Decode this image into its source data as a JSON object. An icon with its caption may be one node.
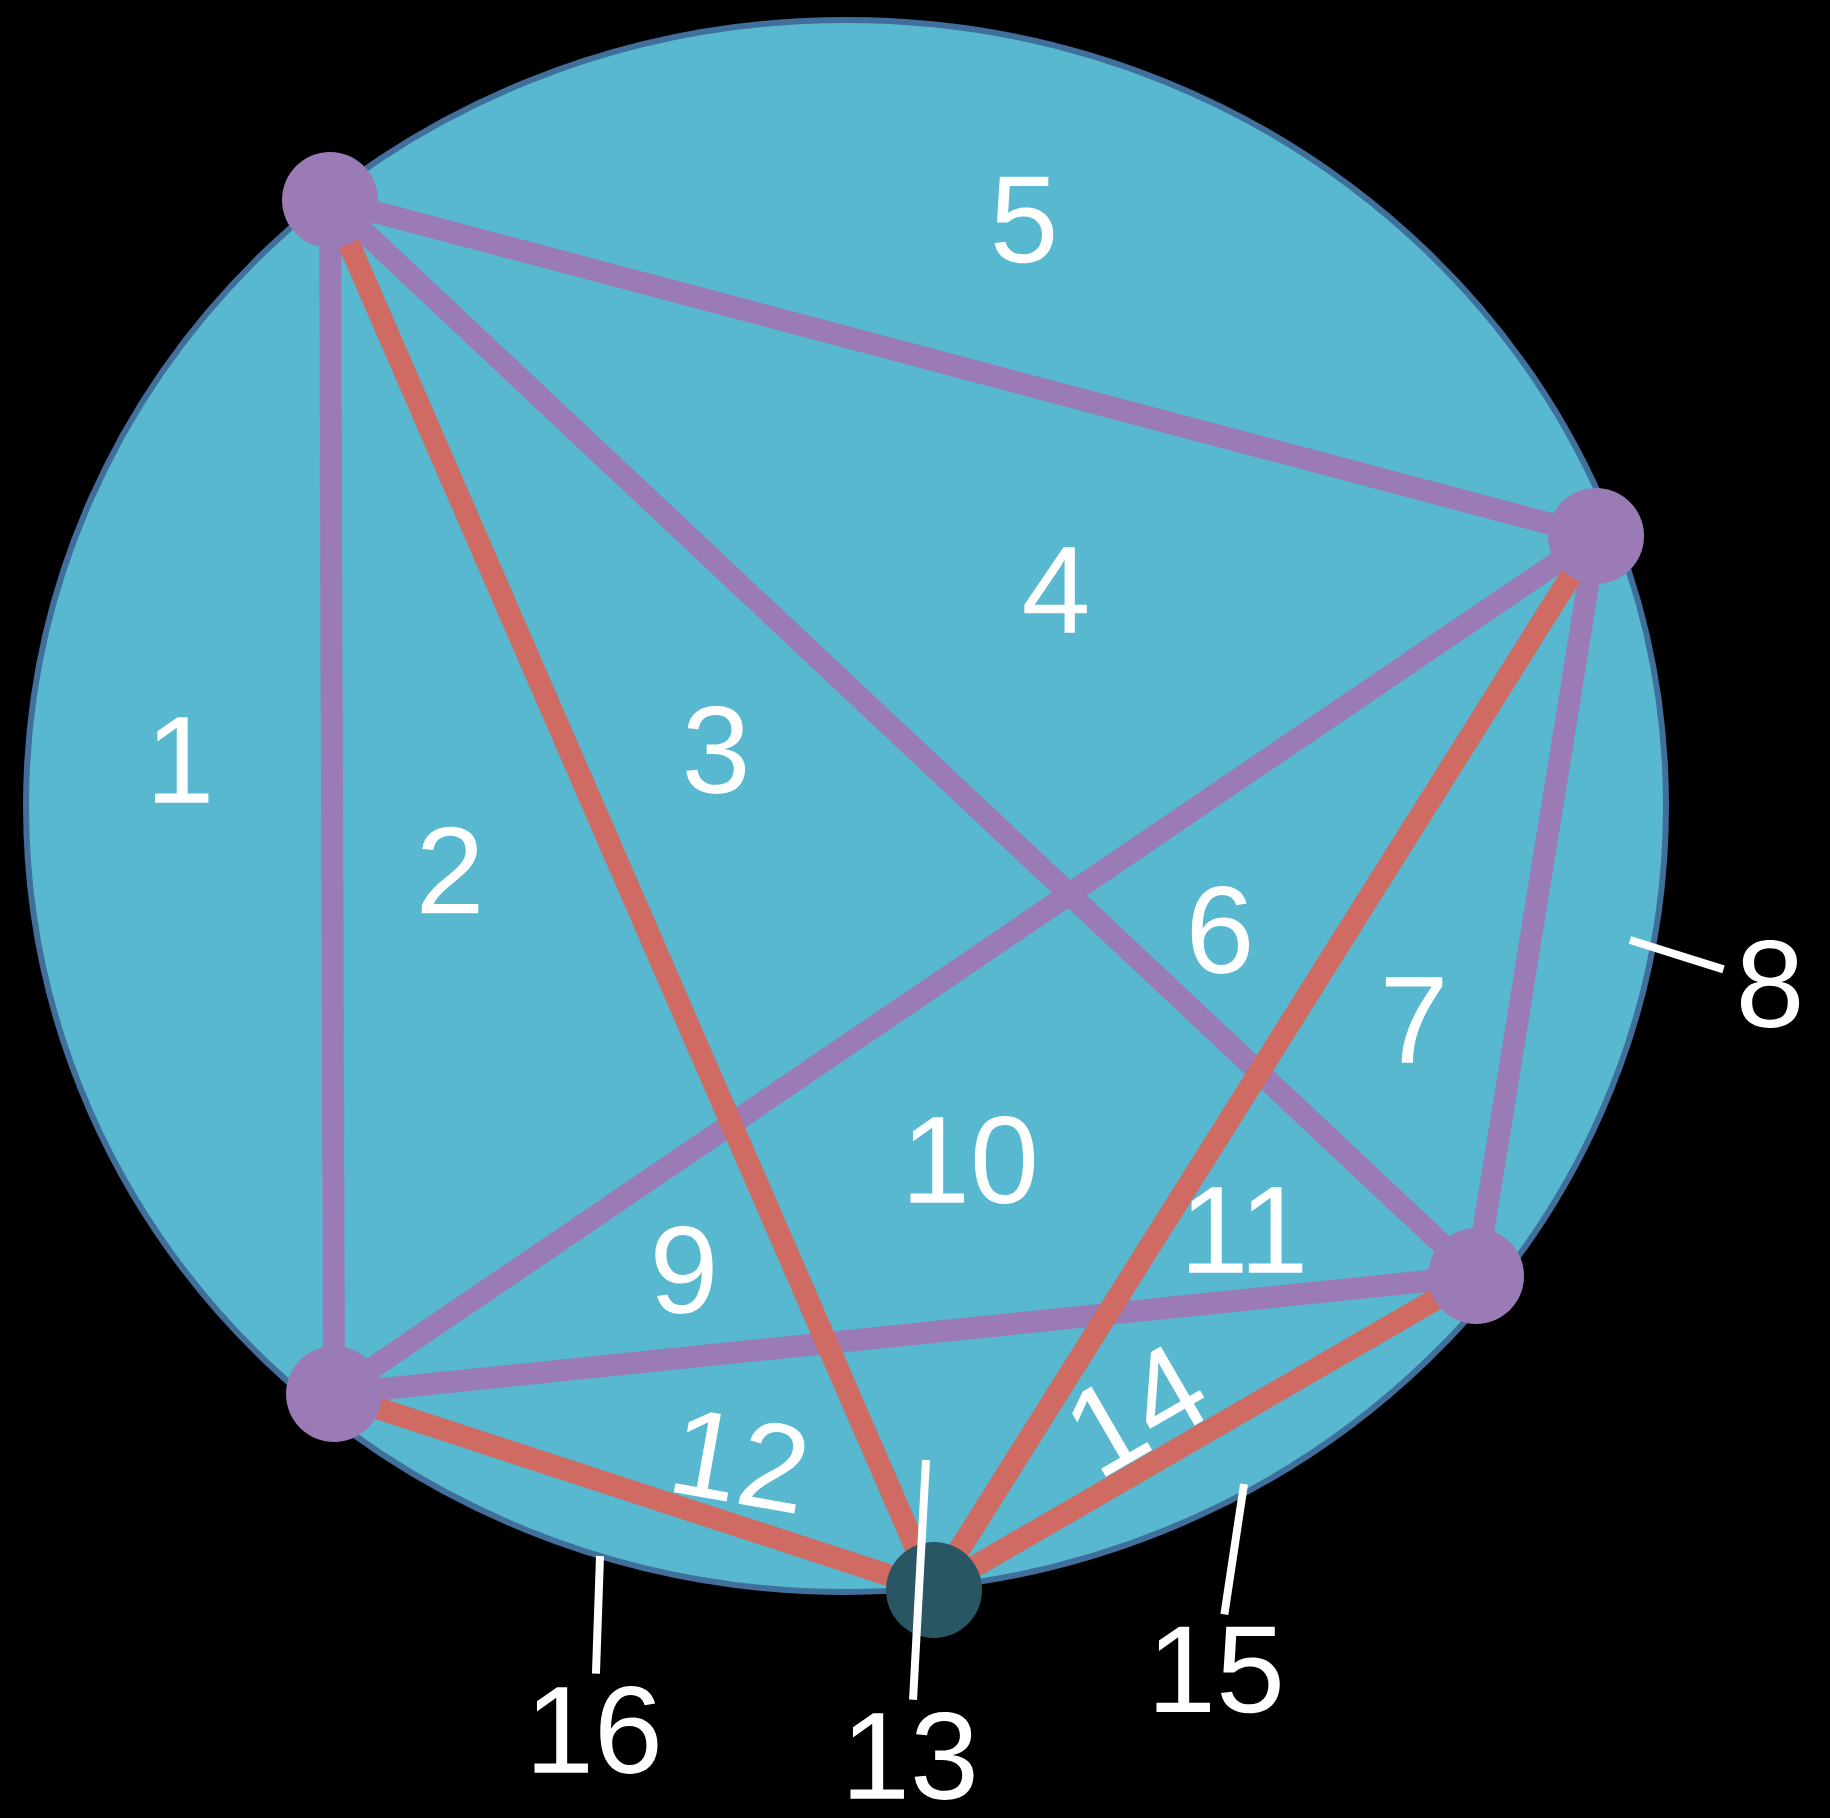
{
  "diagram": {
    "nodes": [
      {
        "text": [],
        "shape": "circle"
      },
      {
        "text": [],
        "shape": "circle"
      },
      {
        "text": [],
        "shape": "circle"
      },
      {
        "text": [],
        "shape": "circle"
      },
      {
        "text": [],
        "shape": "circle"
      },
      {
        "text": [
          "8"
        ]
      },
      {
        "text": [
          "15"
        ]
      },
      {
        "text": [
          "16"
        ]
      },
      {
        "text": [
          "13"
        ]
      }
    ],
    "edges": [
      {
        "from": 0,
        "to": 1,
        "arrow": "none"
      },
      {
        "from": 0,
        "to": 3,
        "arrow": "none"
      },
      {
        "from": 0,
        "to": 2,
        "arrow": "none"
      },
      {
        "from": 1,
        "to": 3,
        "arrow": "none"
      },
      {
        "from": 1,
        "to": 2,
        "arrow": "none"
      },
      {
        "from": 3,
        "to": 2,
        "arrow": "none"
      },
      {
        "from": 0,
        "to": 4,
        "arrow": "none",
        "color": "#cf6b62"
      },
      {
        "from": 1,
        "to": 4,
        "arrow": "none",
        "color": "#cf6b62"
      },
      {
        "from": 3,
        "to": 4,
        "arrow": "none",
        "color": "#cf6b62"
      },
      {
        "from": 2,
        "to": 4,
        "arrow": "none",
        "color": "#cf6b62"
      },
      {
        "from": 5,
        "to": null,
        "arrow": "none",
        "color": "#ffffff"
      },
      {
        "from": 6,
        "to": null,
        "arrow": "none",
        "color": "#ffffff"
      },
      {
        "from": 7,
        "to": null,
        "arrow": "none",
        "color": "#ffffff"
      },
      {
        "from": 8,
        "to": null,
        "arrow": "none",
        "color": "#ffffff"
      }
    ],
    "labels": [
      "5",
      "4",
      "3",
      "1",
      "2",
      "6",
      "7",
      "10",
      "11",
      "9",
      "14",
      "12"
    ]
  }
}
